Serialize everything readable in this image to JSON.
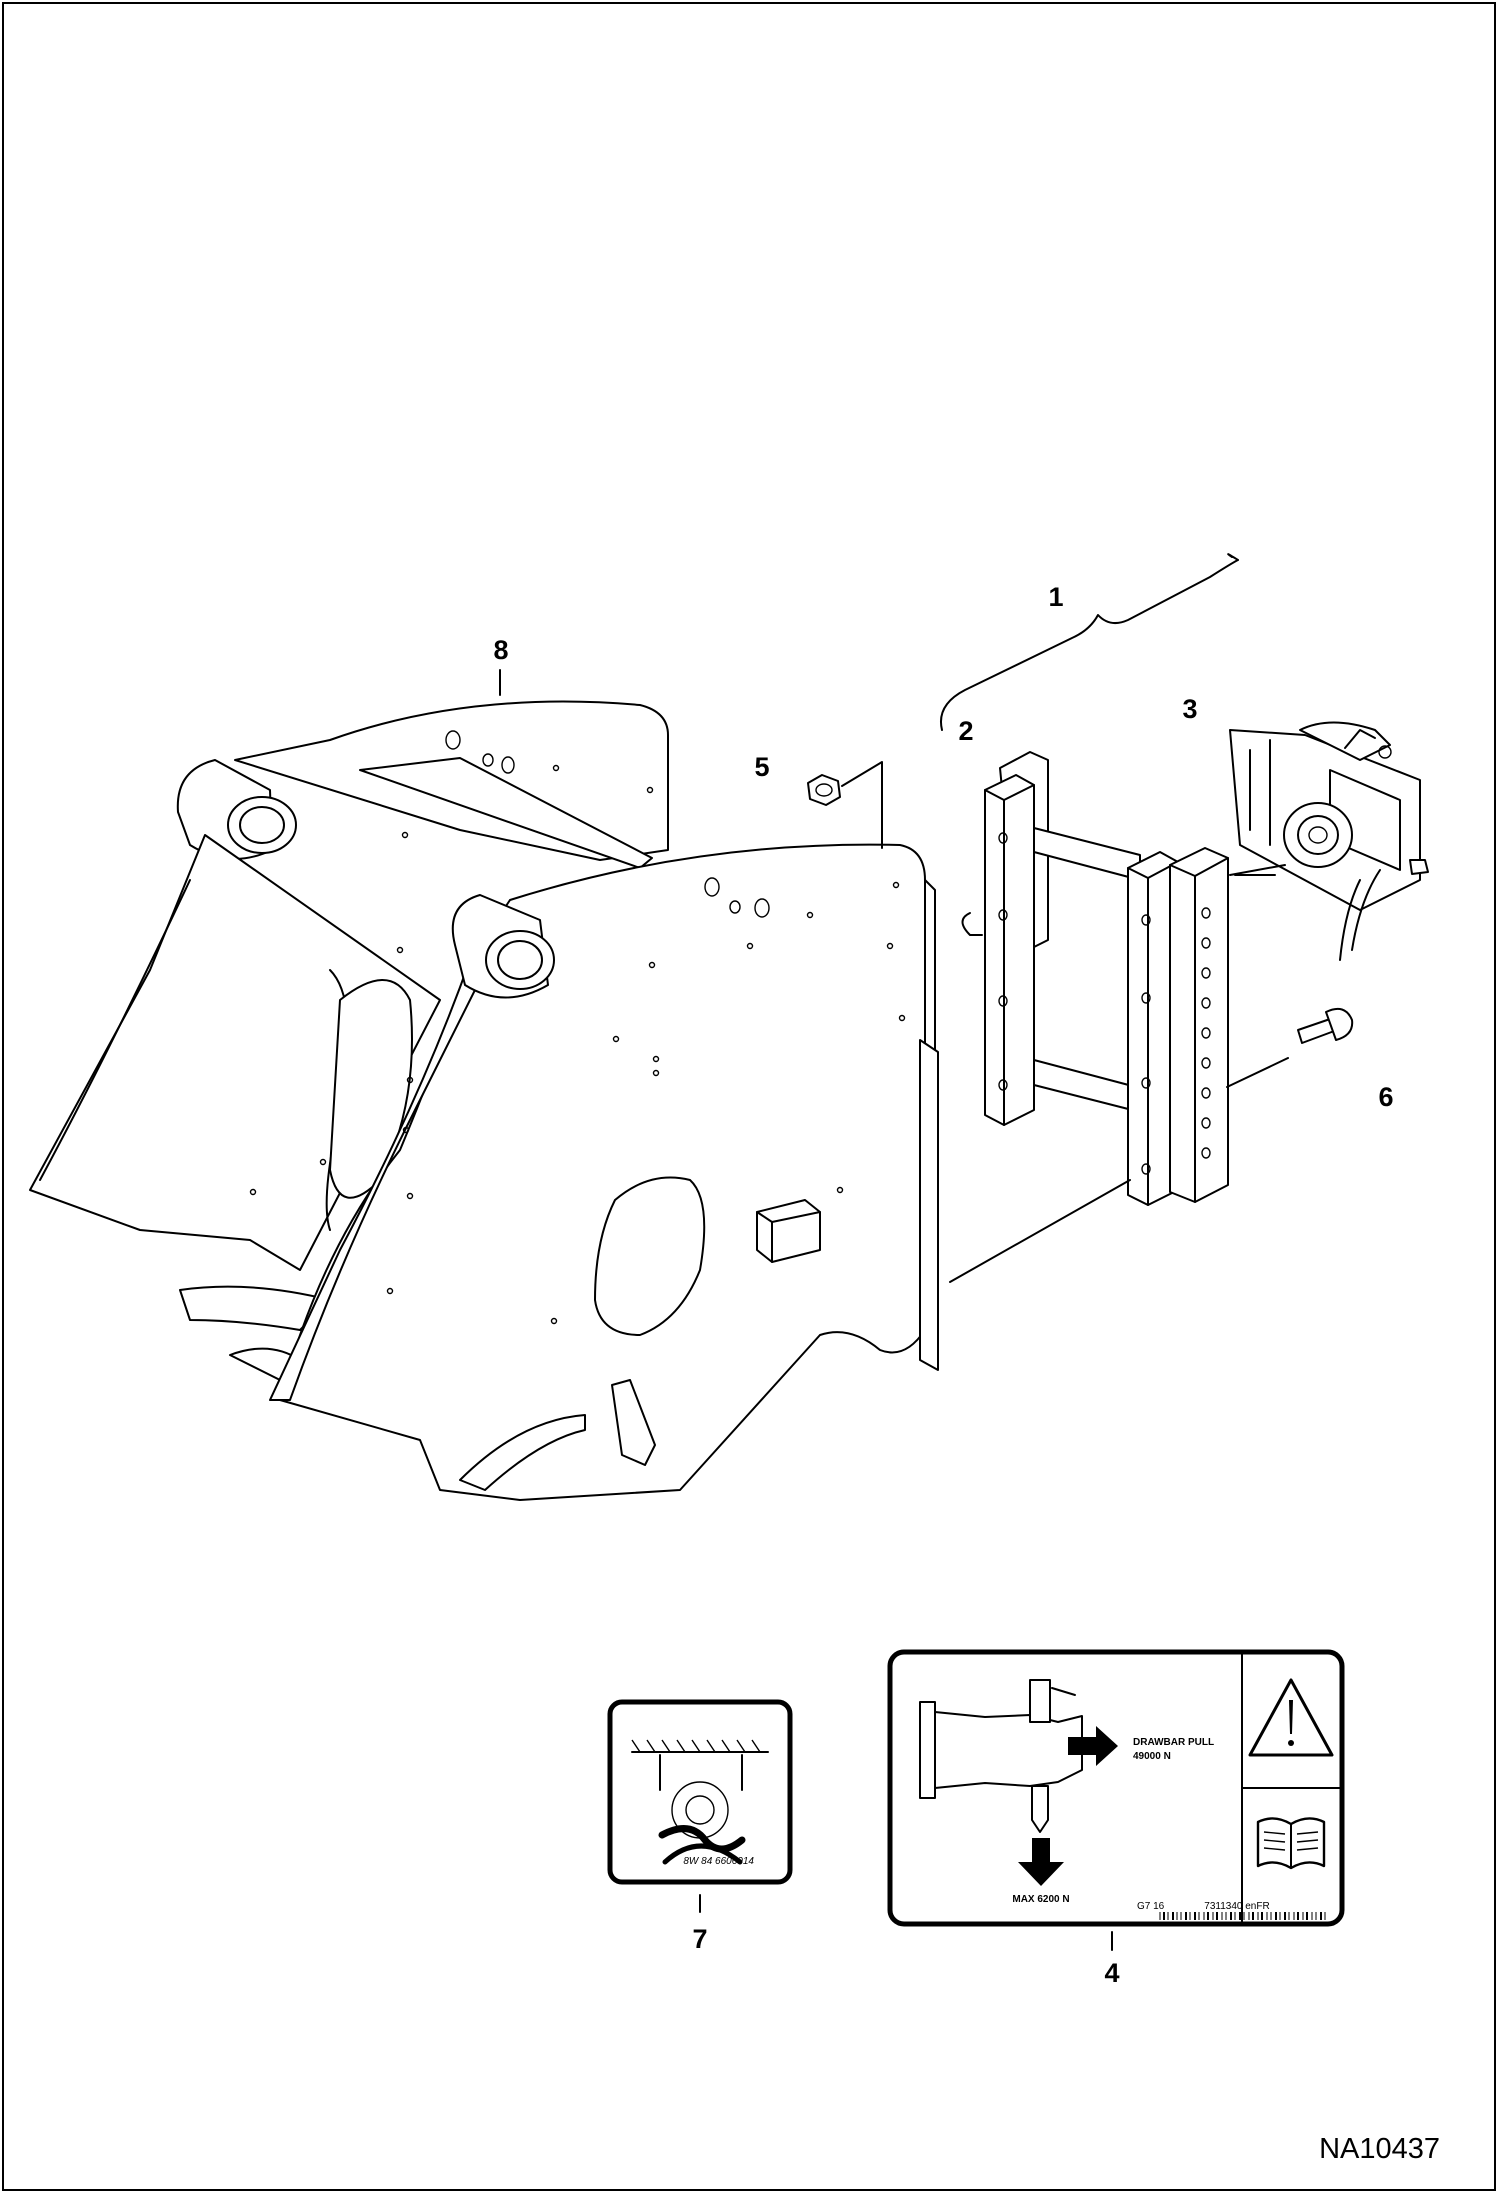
{
  "drawing_number": "NA10437",
  "callouts": {
    "c1": "1",
    "c2": "2",
    "c3": "3",
    "c4": "4",
    "c5": "5",
    "c6": "6",
    "c7": "7",
    "c8": "8"
  },
  "decal_4": {
    "pull_line1": "DRAWBAR PULL",
    "pull_line2": "49000 N",
    "max_load": "MAX 6200 N",
    "code": "G7 16",
    "part_ref": "7311340 enFR"
  },
  "decal_7": {
    "code": "8W 84 6606014"
  }
}
